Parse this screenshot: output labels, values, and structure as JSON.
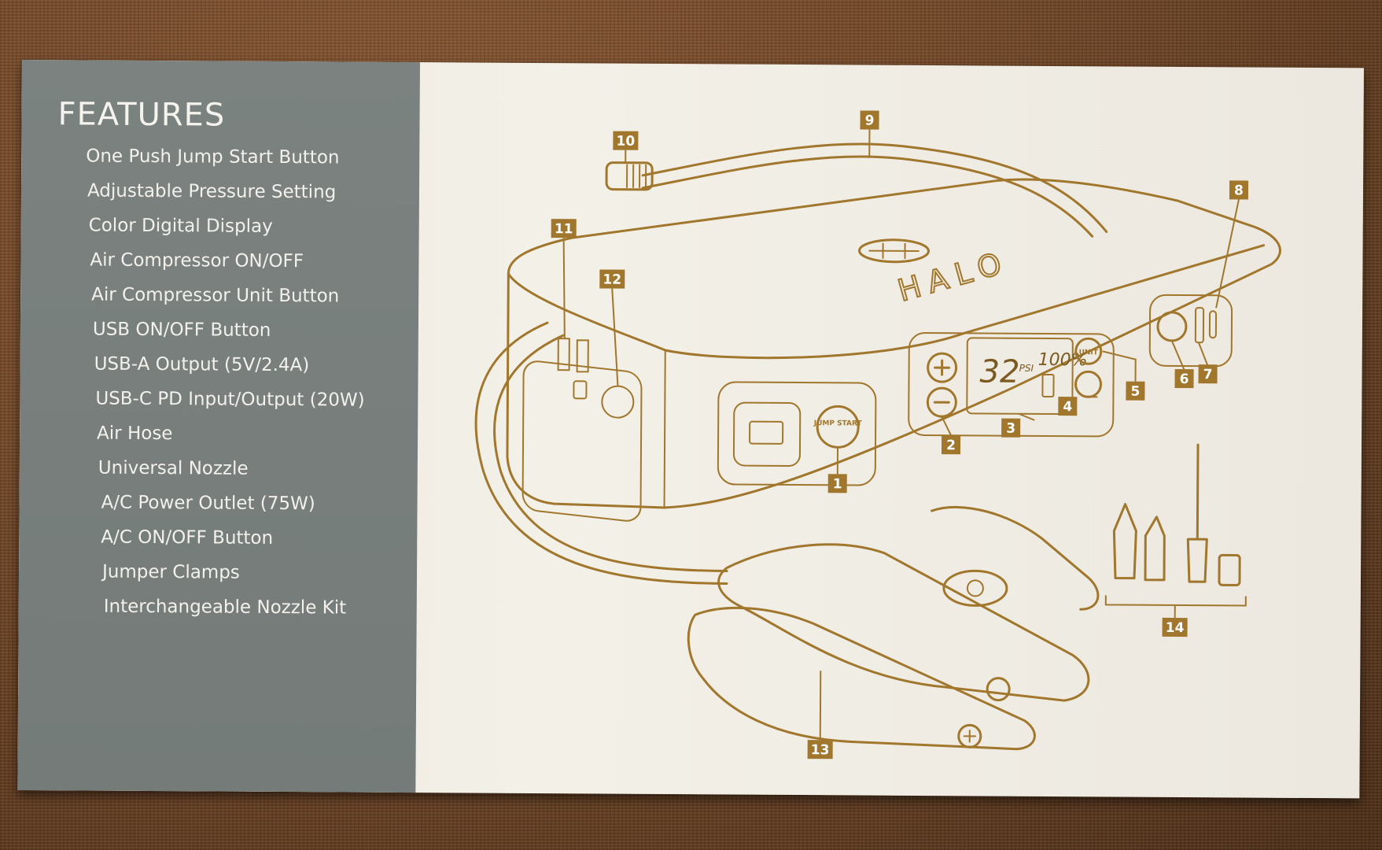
{
  "panel": {
    "title": "FEATURES",
    "features": [
      "One Push Jump Start Button",
      "Adjustable Pressure Setting",
      "Color Digital Display",
      "Air Compressor ON/OFF",
      "Air Compressor Unit Button",
      "USB ON/OFF Button",
      "USB-A Output (5V/2.4A)",
      "USB-C PD Input/Output (20W)",
      "Air Hose",
      "Universal Nozzle",
      "A/C Power Outlet (75W)",
      "A/C ON/OFF Button",
      "Jumper Clamps",
      "Interchangeable Nozzle Kit"
    ]
  },
  "diagram": {
    "brand": "HALO",
    "display": {
      "pressure": "32",
      "unit": "PSI",
      "battery": "100%"
    },
    "buttons": {
      "jump_start": "JUMP START",
      "unit": "UNIT"
    },
    "callouts": [
      "1",
      "2",
      "3",
      "4",
      "5",
      "6",
      "7",
      "8",
      "9",
      "10",
      "11",
      "12",
      "13",
      "14"
    ]
  },
  "colors": {
    "panel": "#767d7b",
    "box": "#f0ece4",
    "accent_gold": "#a0772d",
    "background_carpet": "#6e4526"
  }
}
